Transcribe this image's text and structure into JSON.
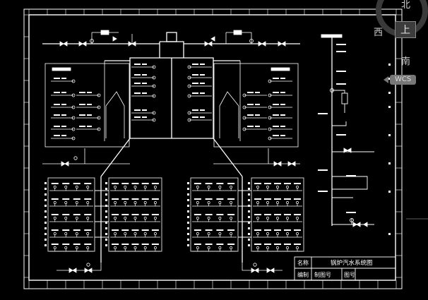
{
  "title_block": {
    "name_label": "名称",
    "drawing_title": "锅炉汽水系统图",
    "drawn_label": "编制",
    "drawn_value": "制图号",
    "sheet_label": "图号"
  },
  "viewcube": {
    "north": "北",
    "west": "西",
    "top_face": "上",
    "south": "南",
    "wcs": "WCS"
  }
}
